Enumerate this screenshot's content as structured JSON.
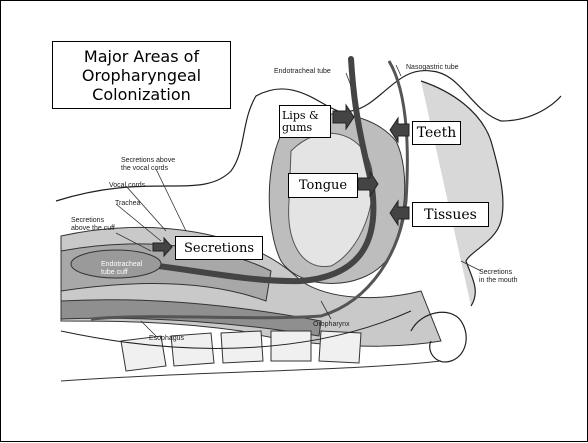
{
  "title": {
    "line1": "Major Areas of",
    "line2": "Oropharyngeal",
    "line3": "Colonization"
  },
  "callouts": {
    "lips_gums": "Lips & gums",
    "teeth": "Teeth",
    "tongue": "Tongue",
    "tissues": "Tissues",
    "secretions": "Secretions"
  },
  "anatomy_labels": {
    "endotracheal_tube": "Endotracheal tube",
    "nasogastric_tube": "Nasogastric tube",
    "secretions_above_vocal_cords_1": "Secretions above",
    "secretions_above_vocal_cords_2": "the vocal cords",
    "vocal_cords": "Vocal cords",
    "trachea": "Trachea",
    "secretions_above_cuff_1": "Secretions",
    "secretions_above_cuff_2": "above the cuff",
    "endotracheal_tube_cuff_1": "Endotracheal",
    "endotracheal_tube_cuff_2": "tube cuff",
    "secretions_in_mouth_1": "Secretions",
    "secretions_in_mouth_2": "in the mouth",
    "oropharynx": "Oropharynx",
    "esophagus": "Esophagus"
  }
}
